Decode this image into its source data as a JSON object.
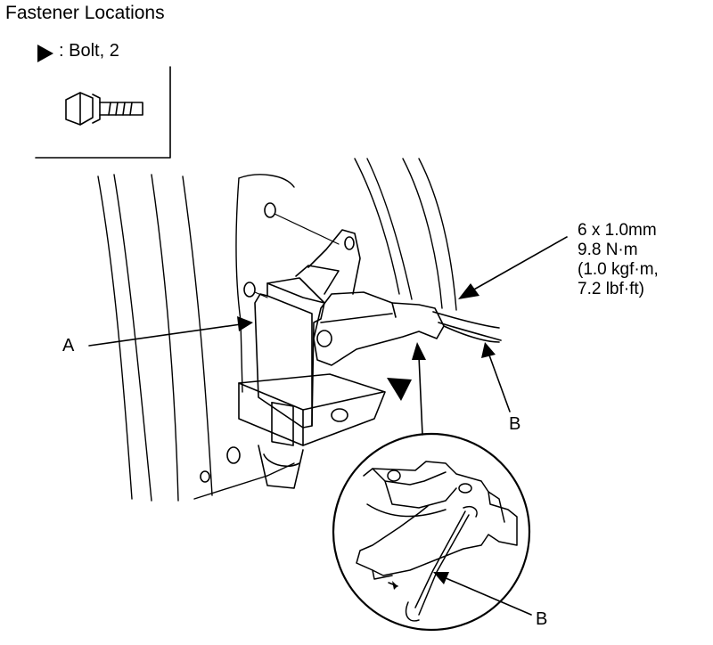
{
  "title": "Fastener Locations",
  "legend": {
    "marker_icon": "triangle-marker-icon",
    "text": ": Bolt, 2"
  },
  "spec": {
    "line1": "6 x 1.0mm",
    "line2": "9.8 N·m",
    "line3": "(1.0 kgf·m,",
    "line4": "7.2 lbf·ft)"
  },
  "callouts": {
    "a": "A",
    "b_main": "B",
    "b_detail": "B"
  }
}
